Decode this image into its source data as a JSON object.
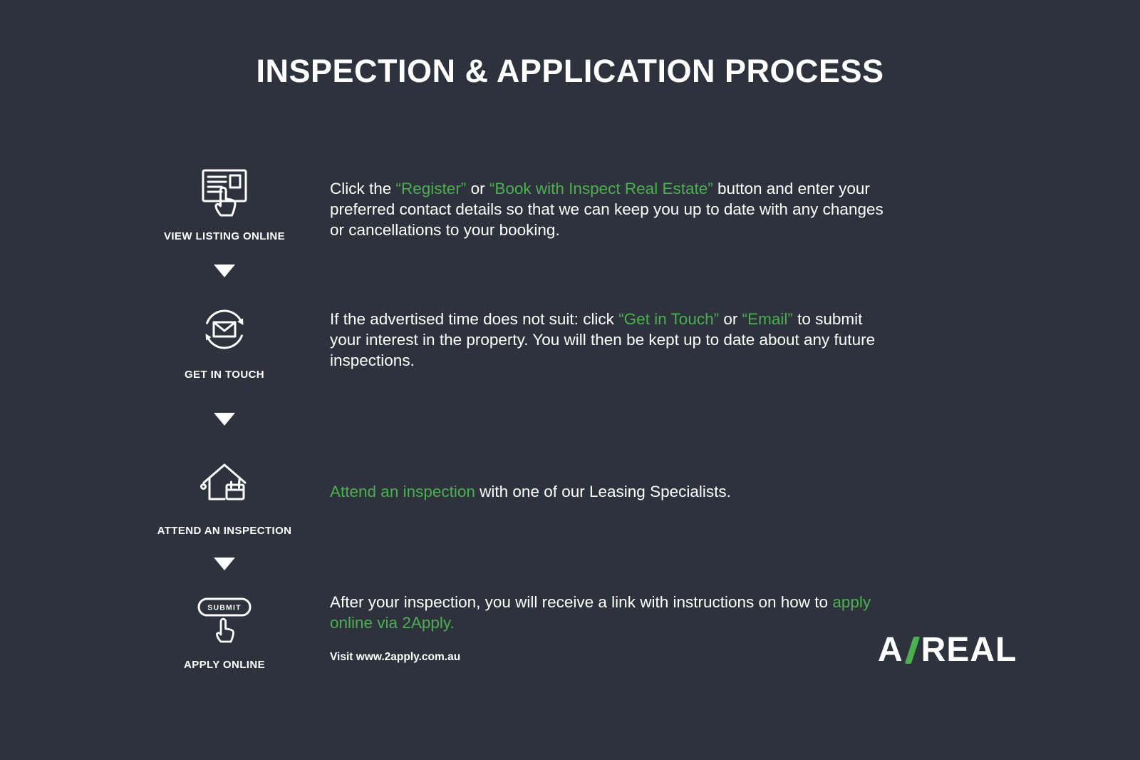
{
  "page": {
    "title": "INSPECTION & APPLICATION PROCESS",
    "background_color": "#2d323d",
    "accent_color": "#4caf50",
    "text_color": "#ffffff"
  },
  "steps": [
    {
      "label": "VIEW LISTING ONLINE",
      "icon": "listing-click-icon",
      "paragraph": [
        {
          "t": "Click the "
        },
        {
          "t": "“Register”",
          "green": true
        },
        {
          "t": " or "
        },
        {
          "t": "“Book with Inspect Real Estate”",
          "green": true
        },
        {
          "t": " button and enter your preferred contact details so that we can keep you up to date with any changes or cancellations to your booking."
        }
      ]
    },
    {
      "label": "GET IN TOUCH",
      "icon": "email-refresh-icon",
      "paragraph": [
        {
          "t": "If the advertised time does not suit: click "
        },
        {
          "t": "“Get in Touch”",
          "green": true
        },
        {
          "t": " or "
        },
        {
          "t": "“Email”",
          "green": true
        },
        {
          "t": " to submit your interest in the property. You will then be kept up to date about any future inspections."
        }
      ]
    },
    {
      "label": "ATTEND AN INSPECTION",
      "icon": "house-calendar-icon",
      "paragraph": [
        {
          "t": "Attend an inspection",
          "green": true
        },
        {
          "t": " with one of our Leasing Specialists."
        }
      ]
    },
    {
      "label": "APPLY ONLINE",
      "icon": "submit-click-icon",
      "button_label": "SUBMIT",
      "paragraph": [
        {
          "t": "After your inspection, you will receive a link with instructions on how to "
        },
        {
          "t": "apply online via 2Apply.",
          "green": true
        }
      ]
    }
  ],
  "footer": {
    "visit_note": "Visit www.2apply.com.au",
    "logo": {
      "part1": "A",
      "slash_icon": "green-slash-icon",
      "part2": "REAL"
    }
  }
}
